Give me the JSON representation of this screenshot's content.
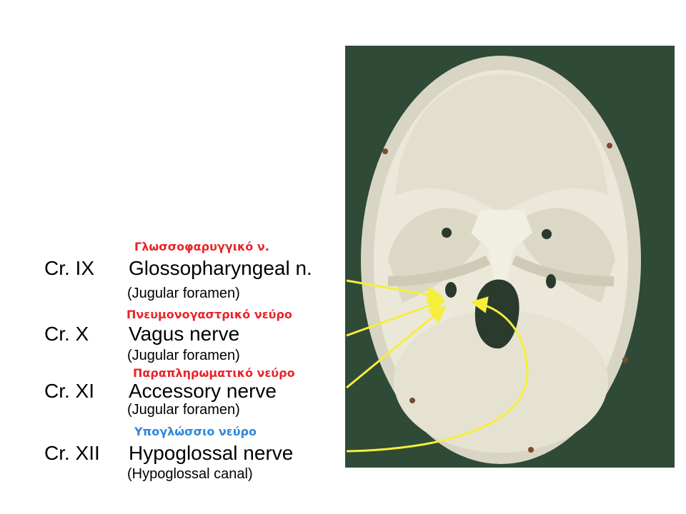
{
  "colors": {
    "greek_label_red": "#e8242a",
    "greek_label_blue": "#2e86d9",
    "arrow": "#f5ee3a",
    "photo_background": "#2f4a37",
    "bone": "#e9e6d7"
  },
  "nerves": [
    {
      "greek": "Γλωσσοφαρυγγικό ν.",
      "number": "Cr. IX",
      "name": "Glossopharyngeal n.",
      "passage": "(Jugular foramen)"
    },
    {
      "greek": "Πνευμονογαστρικό νεύρο",
      "number": "Cr. X",
      "name": "Vagus nerve",
      "passage": "(Jugular foramen)"
    },
    {
      "greek": "Παραπληρωματικό νεύρο",
      "number": "Cr. XI",
      "name": "Accessory nerve",
      "passage": "(Jugular foramen)"
    },
    {
      "greek": "Υπογλώσσιο νεύρο",
      "number": "Cr. XII",
      "name": "Hypoglossal nerve",
      "passage": "(Hypoglossal canal)"
    }
  ]
}
